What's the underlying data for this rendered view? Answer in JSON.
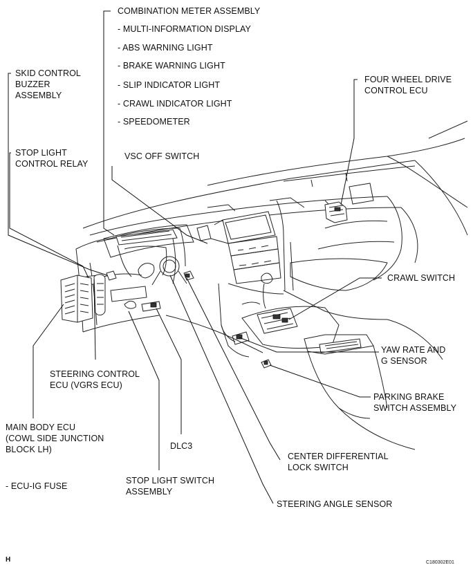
{
  "labels": {
    "combination_meter_assembly": "COMBINATION METER ASSEMBLY",
    "meter_items": [
      "- MULTI-INFORMATION DISPLAY",
      "- ABS WARNING LIGHT",
      "- BRAKE WARNING LIGHT",
      "- SLIP INDICATOR LIGHT",
      "- CRAWL INDICATOR LIGHT",
      "- SPEEDOMETER"
    ],
    "skid_control_buzzer": [
      "SKID CONTROL",
      "BUZZER",
      "ASSEMBLY"
    ],
    "four_wheel_drive_ecu": [
      "FOUR WHEEL DRIVE",
      "CONTROL ECU"
    ],
    "stop_light_relay": [
      "STOP LIGHT",
      "CONTROL RELAY"
    ],
    "vsc_off_switch": "VSC OFF SWITCH",
    "crawl_switch": "CRAWL SWITCH",
    "yaw_rate_sensor": [
      "YAW RATE AND",
      "G SENSOR"
    ],
    "parking_brake_switch": [
      "PARKING BRAKE",
      "SWITCH ASSEMBLY"
    ],
    "steering_control_ecu": [
      "STEERING CONTROL",
      "ECU (VGRS ECU)"
    ],
    "main_body_ecu": [
      "MAIN BODY ECU",
      "(COWL SIDE JUNCTION",
      "BLOCK LH)"
    ],
    "ecu_ig_fuse": "- ECU-IG FUSE",
    "dlc3": "DLC3",
    "center_diff_switch": [
      "CENTER DIFFERENTIAL",
      "LOCK SWITCH"
    ],
    "stop_light_switch": [
      "STOP LIGHT SWITCH",
      "ASSEMBLY"
    ],
    "steering_angle_sensor": "STEERING ANGLE SENSOR"
  },
  "corner_letter": "H",
  "figure_code": "C180302E01"
}
